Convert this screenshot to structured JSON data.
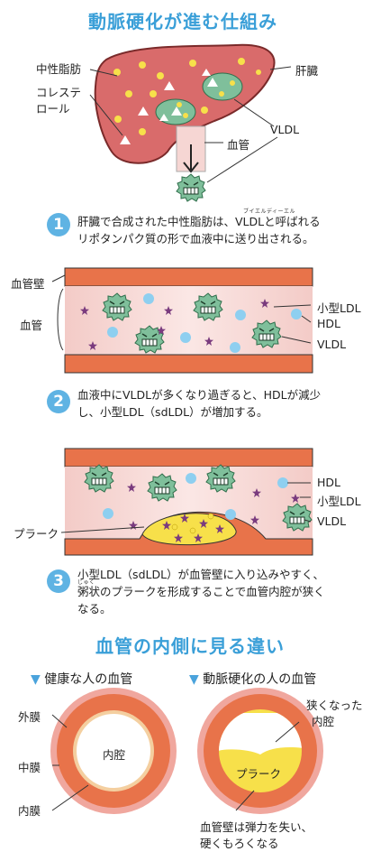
{
  "title_top": "動脈硬化が進む仕組み",
  "diagram1": {
    "label_fat": "中性脂肪",
    "label_chol_1": "コレステ",
    "label_chol_2": "ロール",
    "label_liver": "肝臓",
    "label_vessel": "血管",
    "label_vldl": "VLDL"
  },
  "step1": {
    "num": "1",
    "ruby": "ブイエルディーエル",
    "line1": "肝臓で合成された中性脂肪は、VLDLと呼ばれる",
    "line2": "リポタンパク質の形で血液中に送り出される。"
  },
  "diagram2": {
    "label_wall": "血管壁",
    "label_vessel": "血管",
    "label_sldl": "小型LDL",
    "label_hdl": "HDL",
    "label_vldl": "VLDL"
  },
  "step2": {
    "num": "2",
    "line1": "血液中にVLDLが多くなり過ぎると、HDLが減少",
    "line2": "し、小型LDL（sdLDL）が増加する。"
  },
  "diagram3": {
    "label_hdl": "HDL",
    "label_sldl": "小型LDL",
    "label_plaque": "プラーク",
    "label_vldl": "VLDL"
  },
  "step3": {
    "num": "3",
    "ruby": "じゅく",
    "line1": "小型LDL（sdLDL）が血管壁に入り込みやすく、",
    "line2": "粥状のプラークを形成することで血管内腔が狭く",
    "line3": "なる。"
  },
  "title_bottom": "血管の内側に見る違い",
  "compare": {
    "healthy_heading": "健康な人の血管",
    "sclerosis_heading": "動脈硬化の人の血管",
    "label_outer": "外膜",
    "label_middle": "中膜",
    "label_inner": "内膜",
    "label_lumen": "内腔",
    "label_narrow_1": "狭くなった",
    "label_narrow_2": "内腔",
    "label_plaque": "プラーク",
    "label_wall_1": "血管壁は弾力を失い、",
    "label_wall_2": "硬くもろくなる"
  },
  "colors": {
    "accent_blue": "#3a9fd8",
    "liver": "#d96b6b",
    "vessel_wall": "#e8734a",
    "blood": "#f6d6d3",
    "vldl": "#7fbf9b",
    "hdl": "#8ecff0",
    "sldl": "#7a3b7e",
    "plaque": "#f7e04a"
  },
  "icons": [
    "triangle-down-icon",
    "arrow-down-icon"
  ]
}
